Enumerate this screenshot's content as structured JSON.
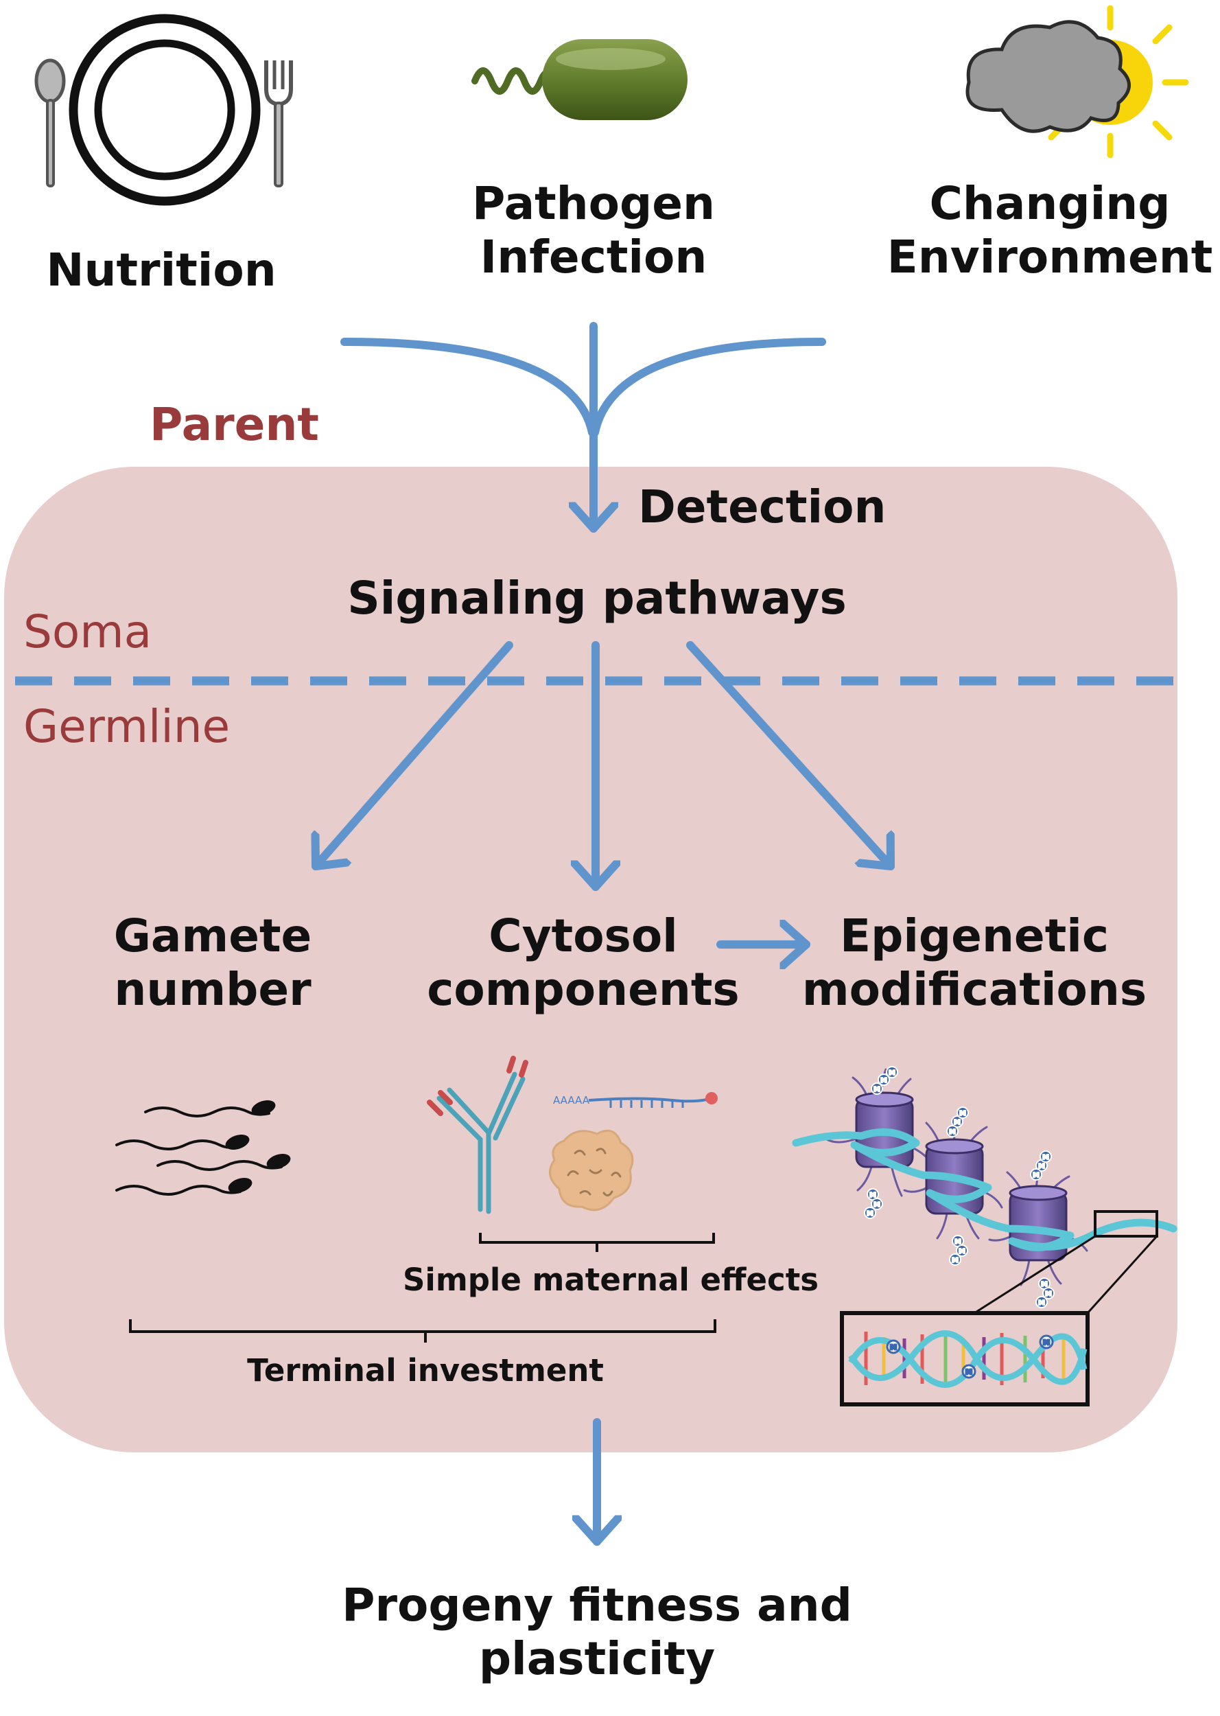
{
  "colors": {
    "parent_box_fill": "#e8cdcd",
    "arrow": "#5f95cc",
    "region_label": "#9a3b3b",
    "text": "#111111"
  },
  "inputs": {
    "nutrition": {
      "label": "Nutrition",
      "icon": "plate-and-cutlery-icon"
    },
    "pathogen": {
      "label_line1": "Pathogen",
      "label_line2": "Infection",
      "icon": "bacterium-icon"
    },
    "environment": {
      "label_line1": "Changing",
      "label_line2": "Environment",
      "icon": "cloud-sun-icon"
    }
  },
  "regions": {
    "parent": "Parent",
    "soma": "Soma",
    "germline": "Germline"
  },
  "steps": {
    "detection": "Detection",
    "signaling": "Signaling pathways"
  },
  "outcomes": {
    "gamete": {
      "line1": "Gamete",
      "line2": "number",
      "icon": "sperm-cells-icon"
    },
    "cytosol": {
      "line1": "Cytosol",
      "line2": "components",
      "icons": [
        "antibody-icon",
        "mrna-icon",
        "protein-aggregate-icon"
      ]
    },
    "epigenetic": {
      "line1": "Epigenetic",
      "line2": "modifications",
      "icons": [
        "nucleosome-icon",
        "dna-methylation-icon"
      ]
    }
  },
  "brackets": {
    "simple_maternal": "Simple maternal effects",
    "terminal_investment": "Terminal investment"
  },
  "mrna_polyA": "AAAAA",
  "methyl_mark": "M",
  "result": {
    "line1": "Progeny fitness and",
    "line2": "plasticity"
  }
}
